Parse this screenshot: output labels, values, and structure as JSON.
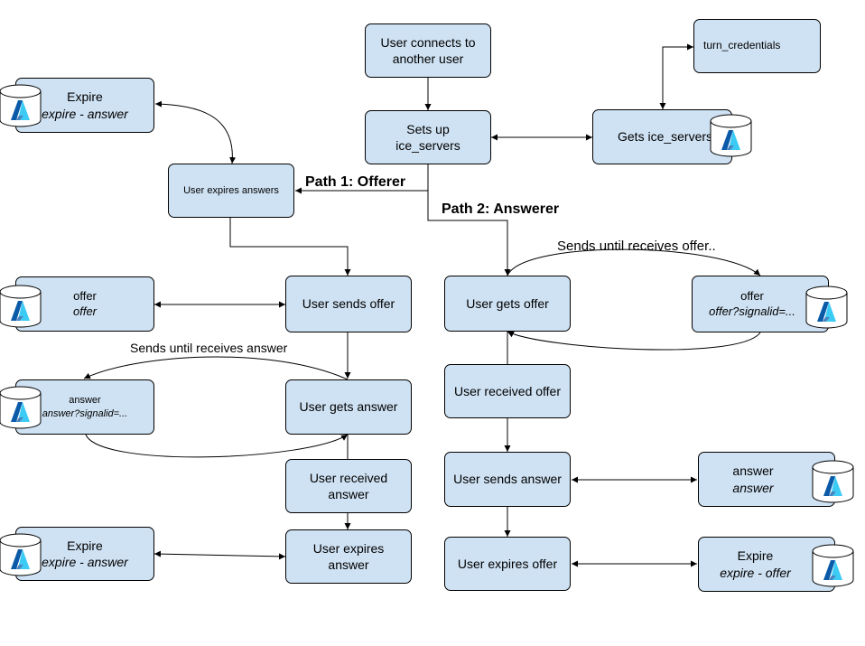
{
  "nodes": {
    "connect": {
      "line1": "User connects to",
      "line2": "another user"
    },
    "sets_up": {
      "line1": "Sets up",
      "line2": "ice_servers"
    },
    "turn": {
      "label": "turn_credentials"
    },
    "gets_ice": {
      "label": "Gets ice_servers"
    },
    "expire_top": {
      "title": "Expire",
      "subtitle": "expire - answer"
    },
    "expires_answers": {
      "label": "User expires answers"
    },
    "offer_store_left": {
      "title": "offer",
      "subtitle": "offer"
    },
    "user_sends_offer": {
      "label": "User sends offer"
    },
    "answer_store_left": {
      "title": "answer",
      "subtitle": "answer?signalid=..."
    },
    "user_gets_answer": {
      "label": "User gets answer"
    },
    "user_received_answer": {
      "line1": "User received",
      "line2": "answer"
    },
    "expire_left_bottom": {
      "title": "Expire",
      "subtitle": "expire - answer"
    },
    "user_expires_answer": {
      "line1": "User expires",
      "line2": "answer"
    },
    "user_gets_offer": {
      "label": "User gets offer"
    },
    "offer_store_right": {
      "title": "offer",
      "subtitle": "offer?signalid=..."
    },
    "user_received_offer": {
      "label": "User received offer"
    },
    "user_sends_answer": {
      "label": "User sends answer"
    },
    "answer_store_right": {
      "title": "answer",
      "subtitle": "answer"
    },
    "user_expires_offer": {
      "label": "User expires offer"
    },
    "expire_right": {
      "title": "Expire",
      "subtitle": "expire - offer"
    }
  },
  "labels": {
    "path1": "Path 1: Offerer",
    "path2": "Path 2: Answerer",
    "loop_offer": "Sends until receives offer..",
    "loop_answer": "Sends until receives answer"
  },
  "colors": {
    "box": "#cfe2f3",
    "stroke": "#000000",
    "azure_dark": "#0a5aa8",
    "azure_light": "#3ccbf4"
  },
  "icons": {
    "database": "database-icon",
    "azure": "azure-logo-icon"
  }
}
